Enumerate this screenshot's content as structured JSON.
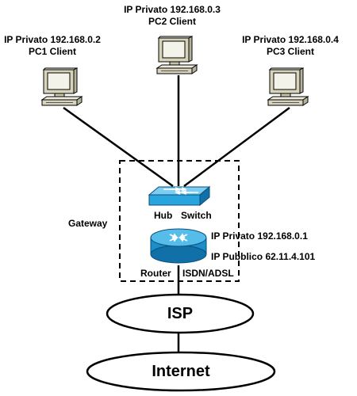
{
  "pc1": {
    "ip": "IP Privato 192.168.0.2",
    "name": "PC1 Client",
    "icon": "computer-icon"
  },
  "pc2": {
    "ip": "IP Privato 192.168.0.3",
    "name": "PC2 Client",
    "icon": "computer-icon"
  },
  "pc3": {
    "ip": "IP Privato 192.168.0.4",
    "name": "PC3 Client",
    "icon": "computer-icon"
  },
  "gateway": {
    "label": "Gateway",
    "hub_label": "Hub",
    "switch_label": "Switch",
    "router_label": "Router",
    "router_type": "ISDN/ADSL",
    "private_ip": "IP Privato 192.168.0.1",
    "public_ip": "IP Pubblico 62.11.4.101",
    "switch_icon": "switch-icon",
    "router_icon": "router-icon"
  },
  "isp": {
    "label": "ISP"
  },
  "internet": {
    "label": "Internet"
  },
  "colors": {
    "device_blue": "#2aa4dd",
    "device_dark": "#1170a8",
    "pc_beige": "#d8d4bc"
  }
}
